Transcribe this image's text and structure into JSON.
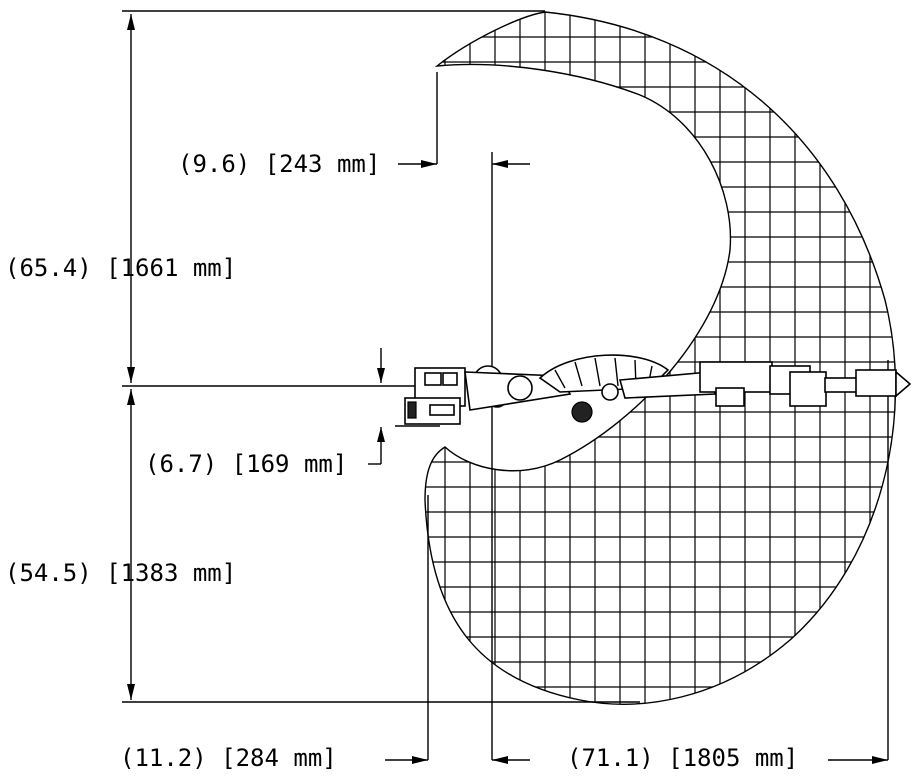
{
  "dimensions": {
    "top_height": "(65.4) [1661 mm]",
    "bottom_height": "(54.5) [1383 mm]",
    "inner_offset_top": "(9.6) [243 mm]",
    "base_offset": "(6.7) [169 mm]",
    "rear_reach": "(11.2) [284 mm]",
    "max_reach": "(71.1) [1805 mm]"
  }
}
